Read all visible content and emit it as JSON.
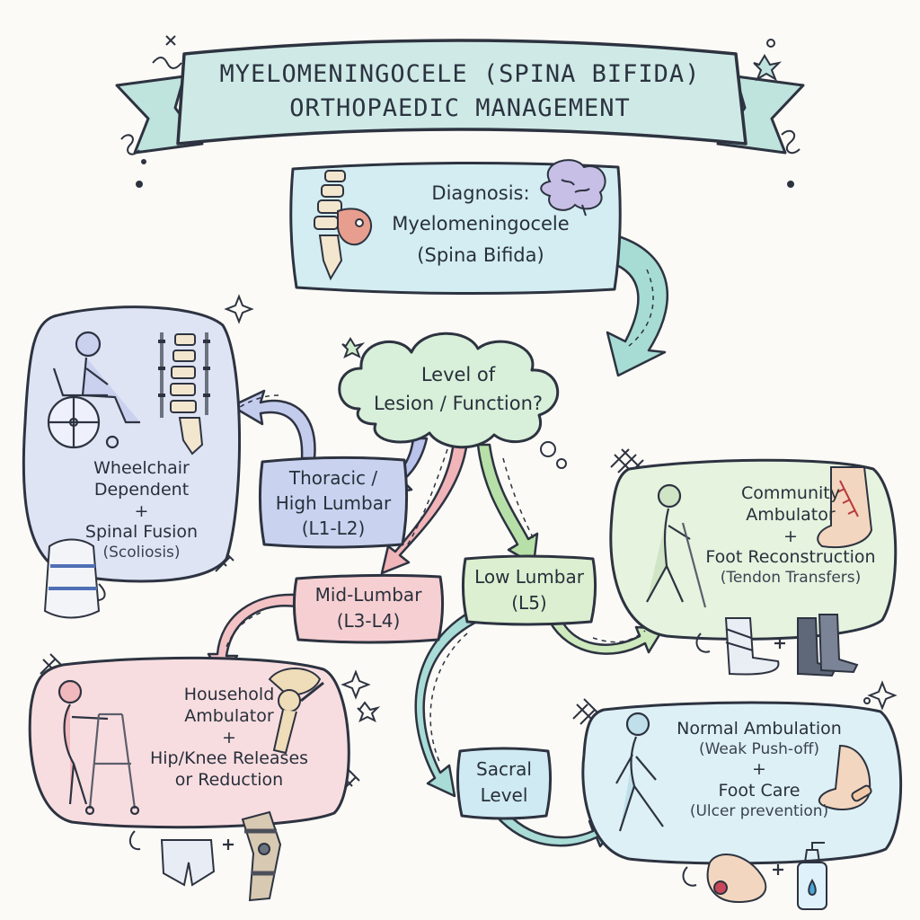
{
  "title": {
    "line1": "MYELOMENINGOCELE (SPINA BIFIDA)",
    "line2": "ORTHOPAEDIC MANAGEMENT"
  },
  "diagnosis": {
    "line1": "Diagnosis:",
    "line2": "Myelomeningocele",
    "line3": "(Spina Bifida)"
  },
  "decision": {
    "line1": "Level of",
    "line2": "Lesion / Function?"
  },
  "levels": {
    "thoracic": {
      "line1": "Thoracic /",
      "line2": "High Lumbar",
      "line3": "(L1-L2)"
    },
    "mid_lumbar": {
      "line1": "Mid-Lumbar",
      "line2": "(L3-L4)"
    },
    "low_lumbar": {
      "line1": "Low Lumbar",
      "line2": "(L5)"
    },
    "sacral": {
      "line1": "Sacral",
      "line2": "Level"
    }
  },
  "outcomes": {
    "wheelchair": {
      "line1": "Wheelchair",
      "line2": "Dependent",
      "plus": "+",
      "line3": "Spinal Fusion",
      "note": "(Scoliosis)"
    },
    "household": {
      "line1": "Household",
      "line2": "Ambulator",
      "plus": "+",
      "line3": "Hip/Knee Releases",
      "line4": "or Reduction"
    },
    "community": {
      "line1": "Community",
      "line2": "Ambulator",
      "plus": "+",
      "line3": "Foot Reconstruction",
      "note": "(Tendon Transfers)"
    },
    "normal": {
      "line1": "Normal Ambulation",
      "note1": "(Weak Push-off)",
      "plus": "+",
      "line2": "Foot Care",
      "note2": "(Ulcer prevention)"
    }
  },
  "icons": [
    "spine-icon",
    "brain-icon",
    "wheelchair-user-icon",
    "spinal-rods-icon",
    "tlso-brace-icon",
    "walker-user-icon",
    "hip-joint-icon",
    "hip-orthosis-icon",
    "knee-brace-icon",
    "crutch-walker-icon",
    "foot-surgery-icon",
    "foot-cast-icon",
    "afo-brace-icon",
    "walking-person-icon",
    "foot-icon",
    "foot-ulcer-icon",
    "lotion-bottle-icon"
  ],
  "colors": {
    "banner": "#cfeae6",
    "diagnosis_box": "#d3edf2",
    "decision_cloud": "#d8efd9",
    "thoracic_box": "#c9d3f0",
    "wheelchair_blob": "#dfe4f5",
    "mid_lumbar_box": "#f6cfd2",
    "household_blob": "#f8dde0",
    "low_lumbar_box": "#dcefd0",
    "community_blob": "#e5f3df",
    "sacral_box": "#cfeaf2",
    "normal_blob": "#ddf0f6",
    "outline": "#2d3340"
  }
}
